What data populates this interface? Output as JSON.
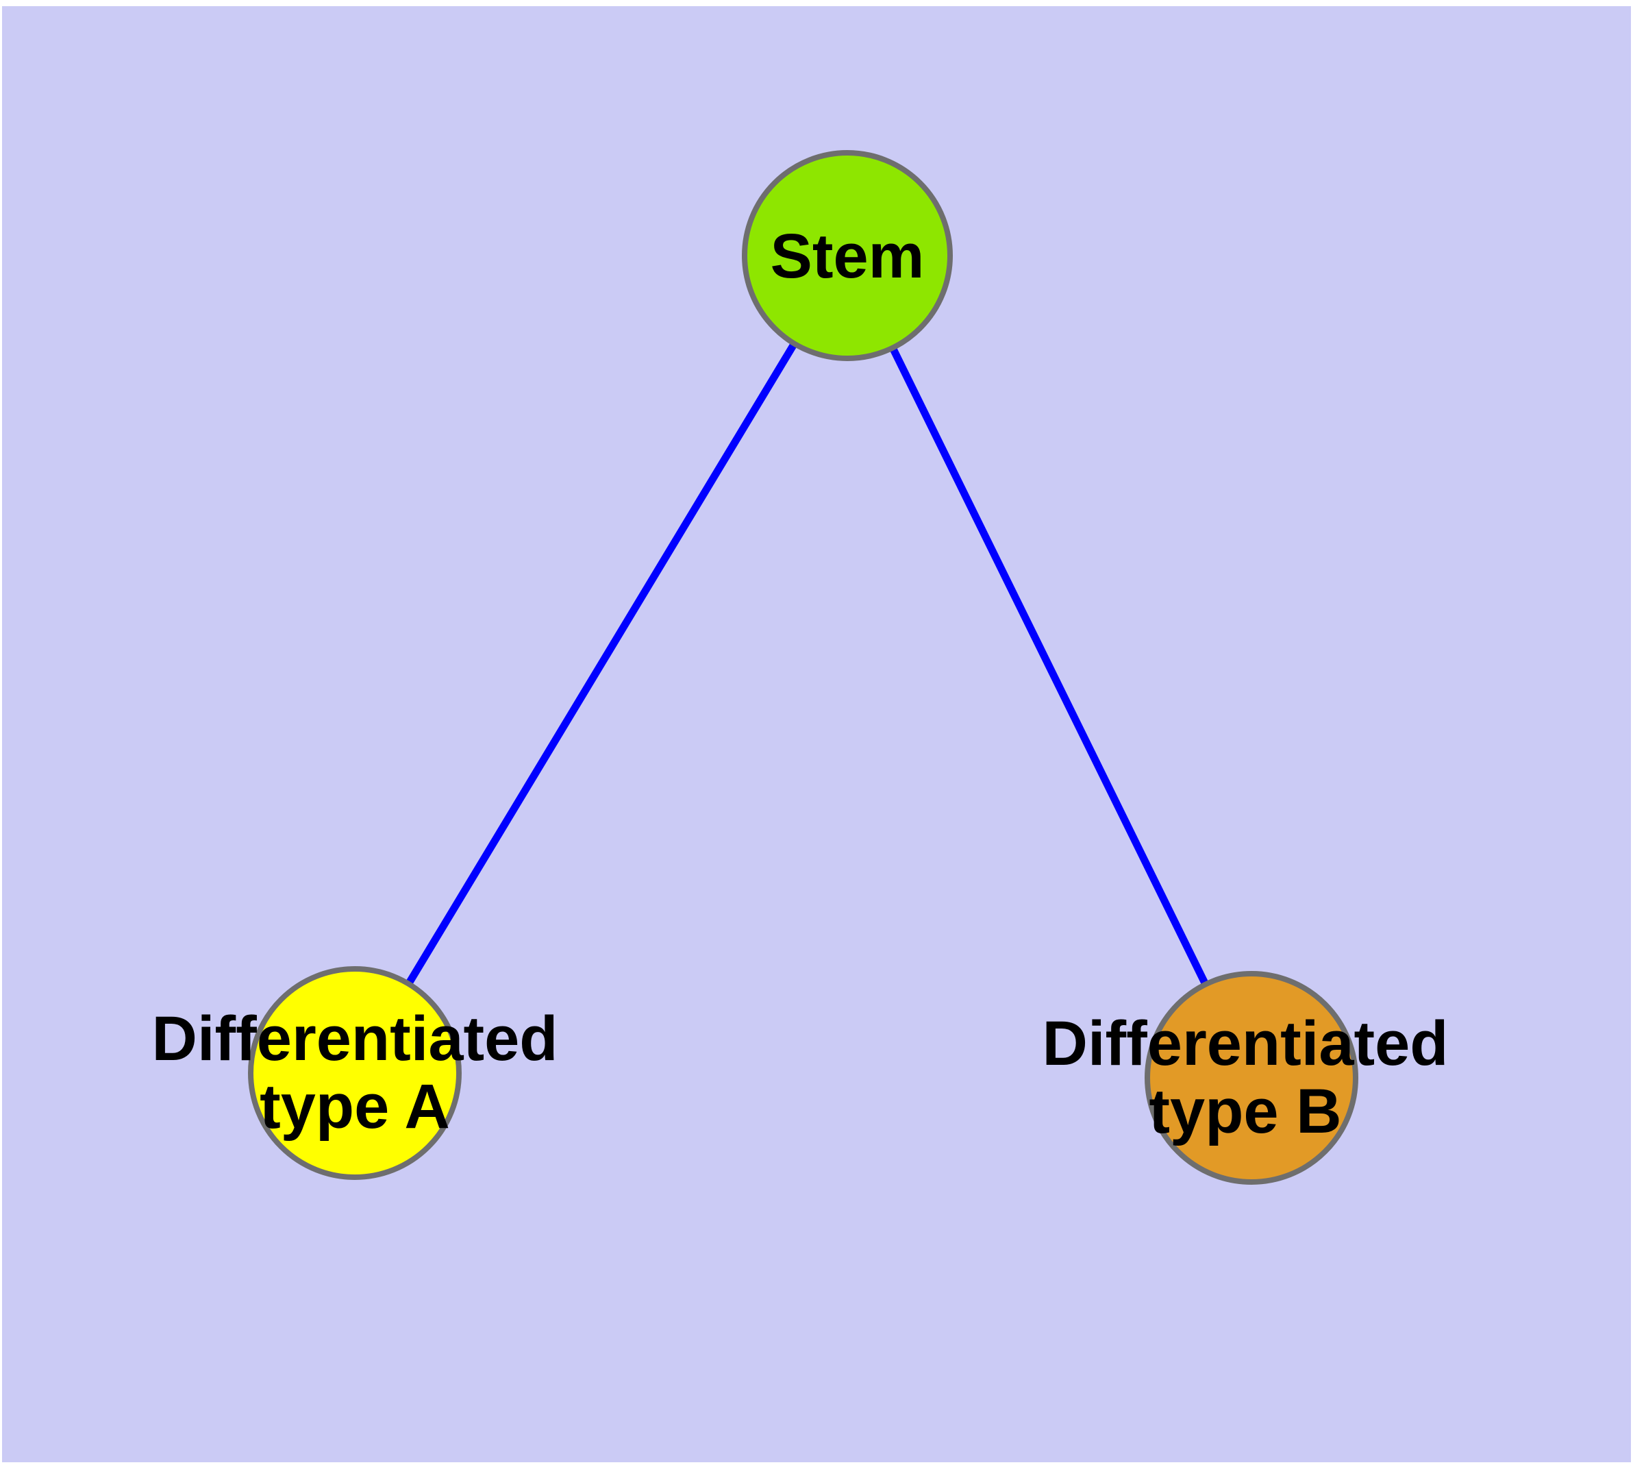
{
  "diagram": {
    "background_color": "#CBCBF5",
    "frame_color": "#FFFFFF",
    "edge_color": "#0000FF",
    "node_border_color": "#6E6E6E",
    "text_color": "#000000",
    "nodes": [
      {
        "id": "stem",
        "label": "Stem",
        "label_lines": [
          "Stem"
        ],
        "color": "#8EE600",
        "shape": "circle"
      },
      {
        "id": "differentiated-type-a",
        "label": "Differentiated type A",
        "label_lines": [
          "Differentiated",
          "type A"
        ],
        "color": "#FFFF00",
        "shape": "circle"
      },
      {
        "id": "differentiated-type-b",
        "label": "Differentiated type B",
        "label_lines": [
          "Differentiated",
          "type B"
        ],
        "color": "#E29A26",
        "shape": "circle"
      }
    ],
    "edges": [
      {
        "from": "Stem",
        "to": "Differentiated type A"
      },
      {
        "from": "Stem",
        "to": "Differentiated type B"
      }
    ]
  }
}
